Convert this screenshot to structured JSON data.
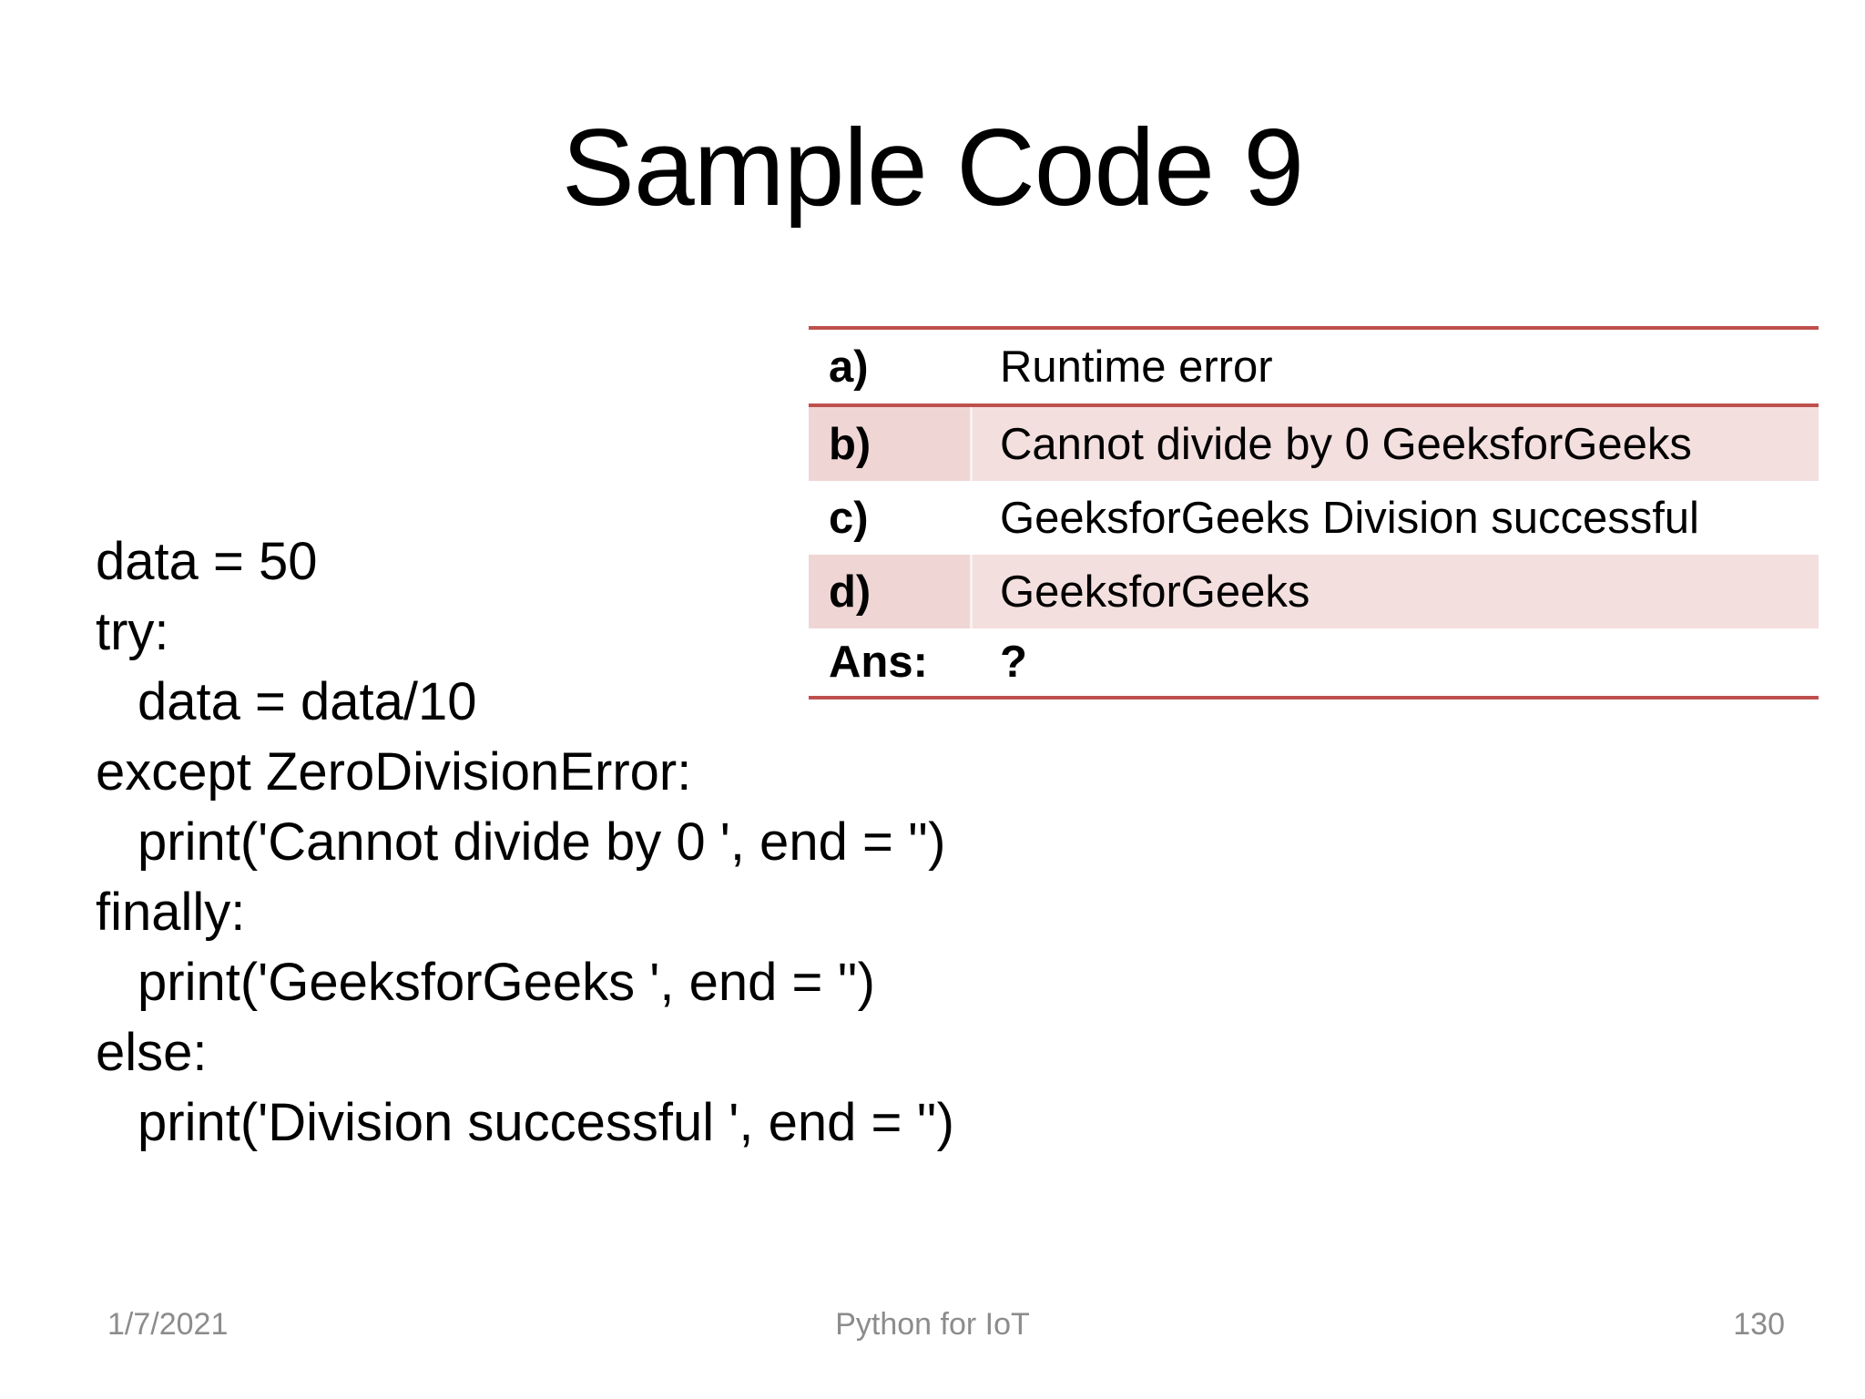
{
  "slide": {
    "title": "Sample Code 9",
    "code": {
      "lines": [
        {
          "text": "data = 50",
          "indent": 0
        },
        {
          "text": "try:",
          "indent": 0
        },
        {
          "text": "data = data/10",
          "indent": 1
        },
        {
          "text": "except ZeroDivisionError:",
          "indent": 0
        },
        {
          "text": "print('Cannot divide by 0 ', end = '')",
          "indent": 1
        },
        {
          "text": "finally:",
          "indent": 0
        },
        {
          "text": "print('GeeksforGeeks ', end = '')",
          "indent": 1
        },
        {
          "text": "else:",
          "indent": 0
        },
        {
          "text": "print('Division successful ', end = '')",
          "indent": 1
        }
      ]
    },
    "answer_table": {
      "rows": [
        {
          "label": "a)",
          "text": "Runtime error",
          "shaded": false,
          "header": true,
          "bold_text": false
        },
        {
          "label": "b)",
          "text": "Cannot divide by 0 GeeksforGeeks",
          "shaded": true,
          "header": false,
          "bold_text": false
        },
        {
          "label": "c)",
          "text": "GeeksforGeeks Division successful",
          "shaded": false,
          "header": false,
          "bold_text": false
        },
        {
          "label": "d)",
          "text": "GeeksforGeeks",
          "shaded": true,
          "header": false,
          "bold_text": false
        },
        {
          "label": "Ans:",
          "text": "?",
          "shaded": false,
          "header": false,
          "bold_text": true
        }
      ]
    },
    "footer": {
      "date": "1/7/2021",
      "center_text": "Python for IoT",
      "page_number": "130"
    },
    "colors": {
      "accent_red": "#BE514D",
      "band_pink": "#F3DFDE",
      "band_pink_first_col": "#EFD6D5",
      "footer_gray": "#8C8C8C"
    }
  }
}
